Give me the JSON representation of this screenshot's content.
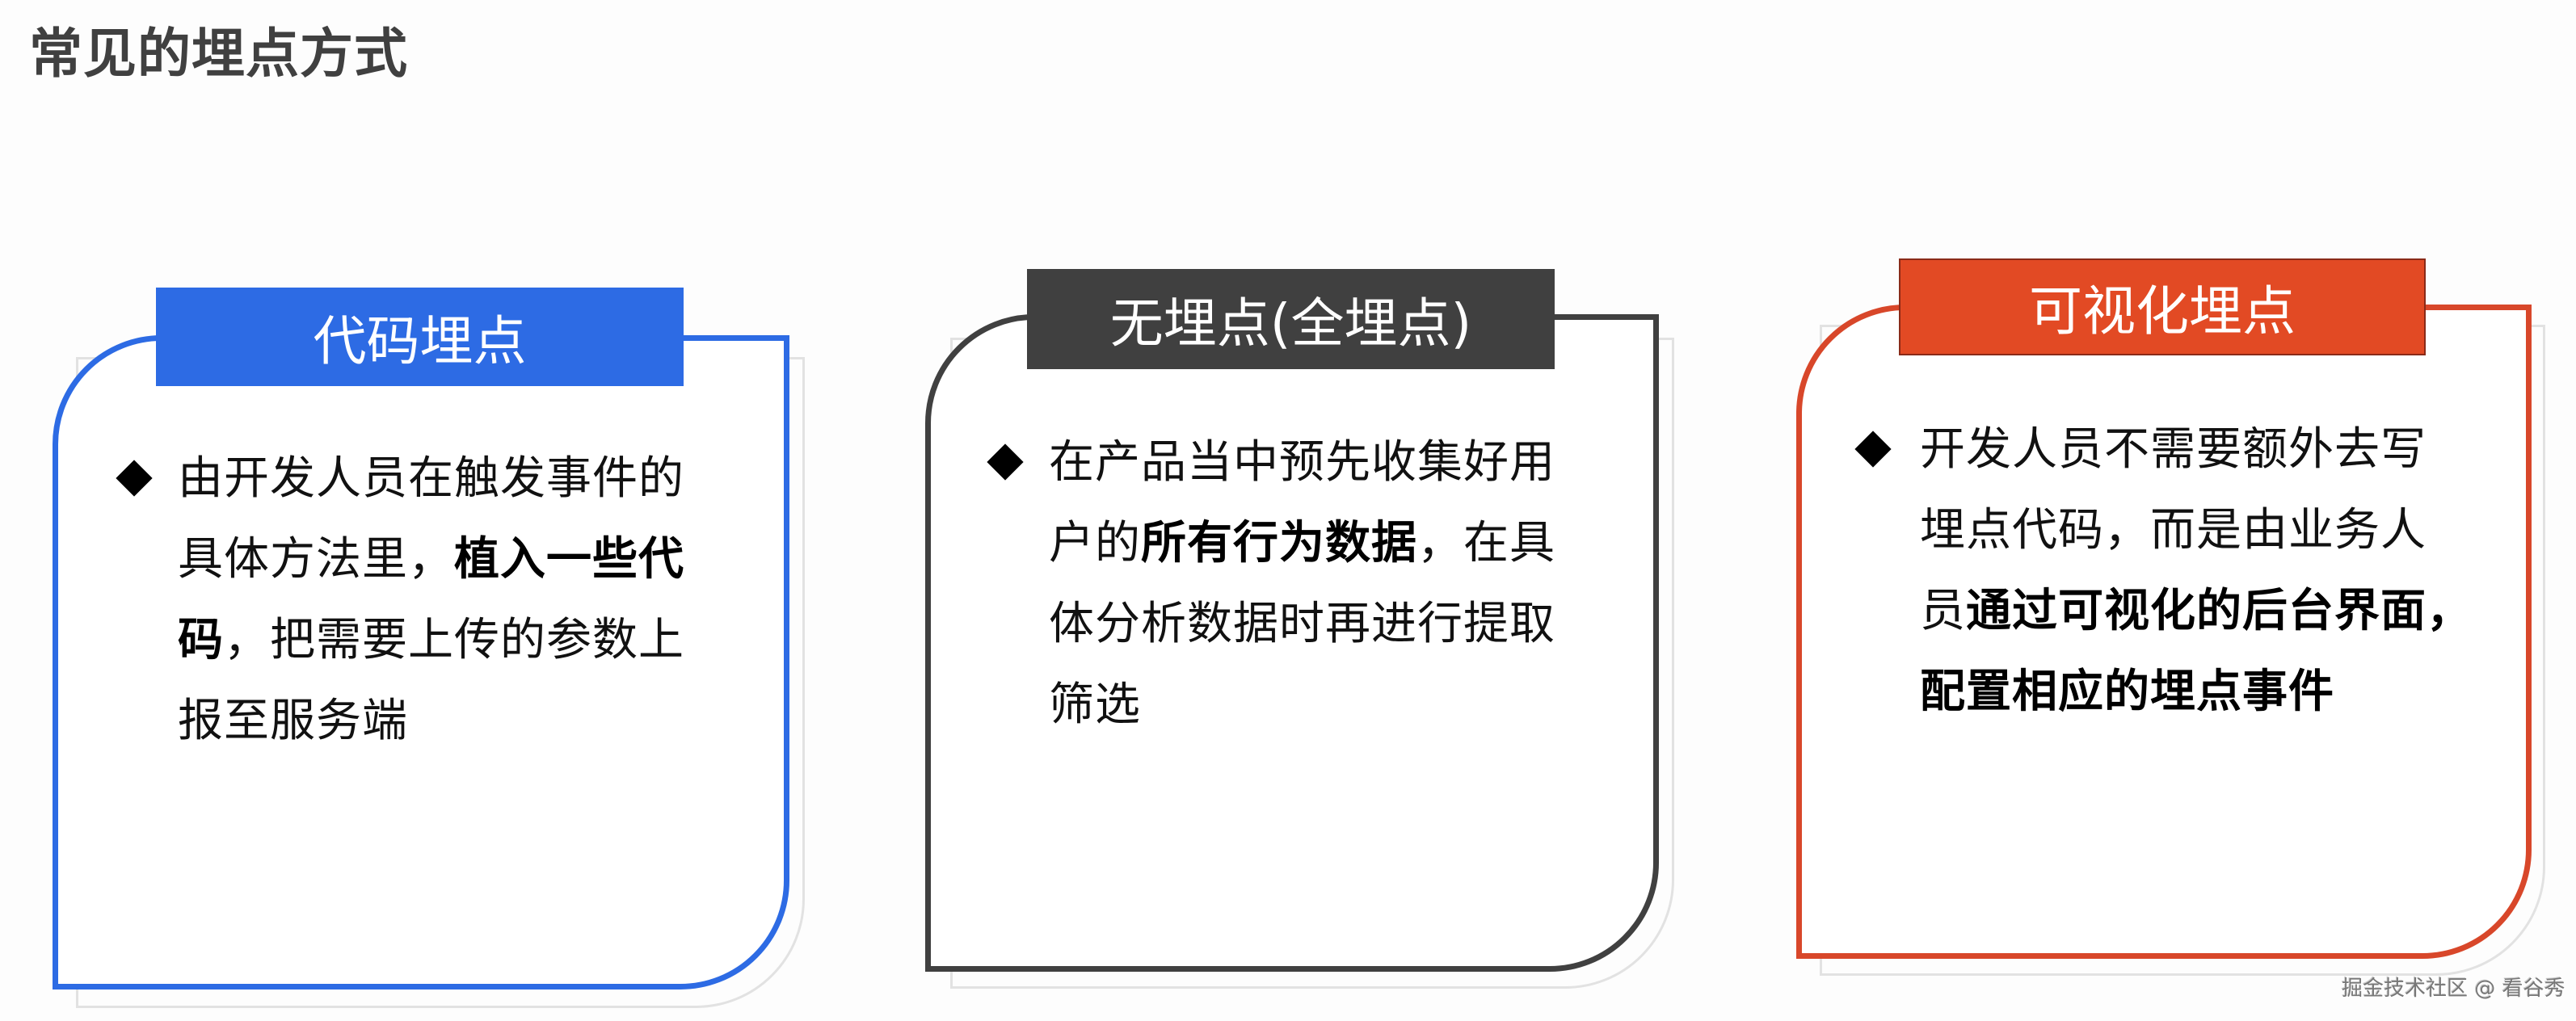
{
  "page": {
    "title": "常见的埋点方式"
  },
  "colors": {
    "blue": "#2d6be4",
    "dark": "#404040",
    "red": "#e24a24",
    "title_text": "#404040"
  },
  "cards": [
    {
      "id": "code",
      "tab_label": "代码埋点",
      "accent": "#2d6be4",
      "bullet_icon": "diamond-bullet",
      "lines": [
        [
          {
            "text": "由开发人员在触发事件的",
            "bold": false
          }
        ],
        [
          {
            "text": "具体方法里，",
            "bold": false
          },
          {
            "text": "植入一些代",
            "bold": true
          }
        ],
        [
          {
            "text": "码",
            "bold": true
          },
          {
            "text": "，把需要上传的参数上",
            "bold": false
          }
        ],
        [
          {
            "text": "报至服务端",
            "bold": false
          }
        ]
      ]
    },
    {
      "id": "no-tracking",
      "tab_label": "无埋点(全埋点)",
      "accent": "#404040",
      "bullet_icon": "diamond-bullet",
      "lines": [
        [
          {
            "text": "在产品当中预先收集好用",
            "bold": false
          }
        ],
        [
          {
            "text": "户的",
            "bold": false
          },
          {
            "text": "所有行为数据",
            "bold": true
          },
          {
            "text": "，在具",
            "bold": false
          }
        ],
        [
          {
            "text": "体分析数据时再进行提取",
            "bold": false
          }
        ],
        [
          {
            "text": "筛选",
            "bold": false
          }
        ]
      ]
    },
    {
      "id": "visual",
      "tab_label": "可视化埋点",
      "accent": "#e24a24",
      "bullet_icon": "diamond-bullet",
      "lines": [
        [
          {
            "text": "开发人员不需要额外去写",
            "bold": false
          }
        ],
        [
          {
            "text": "埋点代码，而是由业务人",
            "bold": false
          }
        ],
        [
          {
            "text": "员",
            "bold": false
          },
          {
            "text": "通过可视化的后台界面，",
            "bold": true
          }
        ],
        [
          {
            "text": "配置相应的埋点事件",
            "bold": true
          }
        ]
      ]
    }
  ],
  "watermark": "掘金技术社区 @ 看谷秀"
}
